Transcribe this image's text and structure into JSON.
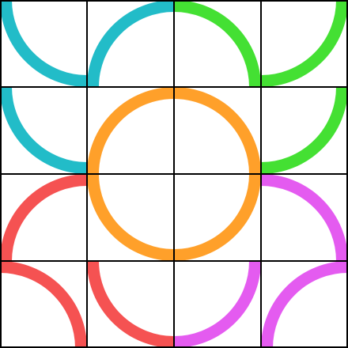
{
  "puzzle": {
    "grid": {
      "rows": 4,
      "cols": 4
    },
    "background_color": "#ffffff",
    "grid_line_color": "#000000",
    "colors": {
      "teal": "#22BCC8",
      "green": "#44E033",
      "orange": "#FFA02A",
      "red": "#F55252",
      "magenta": "#E45BF0"
    },
    "tiles": [
      {
        "row": 0,
        "col": 0,
        "arcs": [
          {
            "corner": "top-right",
            "color": "teal"
          }
        ]
      },
      {
        "row": 0,
        "col": 1,
        "arcs": [
          {
            "corner": "bottom-right",
            "color": "teal"
          }
        ]
      },
      {
        "row": 0,
        "col": 2,
        "arcs": [
          {
            "corner": "bottom-left",
            "color": "green"
          }
        ]
      },
      {
        "row": 0,
        "col": 3,
        "arcs": [
          {
            "corner": "top-left",
            "color": "green"
          }
        ]
      },
      {
        "row": 1,
        "col": 0,
        "arcs": [
          {
            "corner": "top-right",
            "color": "teal"
          }
        ]
      },
      {
        "row": 1,
        "col": 1,
        "arcs": [
          {
            "corner": "bottom-right",
            "color": "orange"
          }
        ]
      },
      {
        "row": 1,
        "col": 2,
        "arcs": [
          {
            "corner": "bottom-left",
            "color": "orange"
          }
        ]
      },
      {
        "row": 1,
        "col": 3,
        "arcs": [
          {
            "corner": "top-left",
            "color": "green"
          }
        ]
      },
      {
        "row": 2,
        "col": 0,
        "arcs": [
          {
            "corner": "bottom-right",
            "color": "red"
          }
        ]
      },
      {
        "row": 2,
        "col": 1,
        "arcs": [
          {
            "corner": "top-right",
            "color": "orange"
          }
        ]
      },
      {
        "row": 2,
        "col": 2,
        "arcs": [
          {
            "corner": "top-left",
            "color": "orange"
          }
        ]
      },
      {
        "row": 2,
        "col": 3,
        "arcs": [
          {
            "corner": "bottom-left",
            "color": "magenta"
          }
        ]
      },
      {
        "row": 3,
        "col": 0,
        "arcs": [
          {
            "corner": "bottom-left",
            "color": "red"
          }
        ]
      },
      {
        "row": 3,
        "col": 1,
        "arcs": [
          {
            "corner": "top-right",
            "color": "red"
          }
        ]
      },
      {
        "row": 3,
        "col": 2,
        "arcs": [
          {
            "corner": "top-left",
            "color": "magenta"
          }
        ]
      },
      {
        "row": 3,
        "col": 3,
        "arcs": [
          {
            "corner": "bottom-right",
            "color": "magenta"
          }
        ]
      }
    ]
  }
}
